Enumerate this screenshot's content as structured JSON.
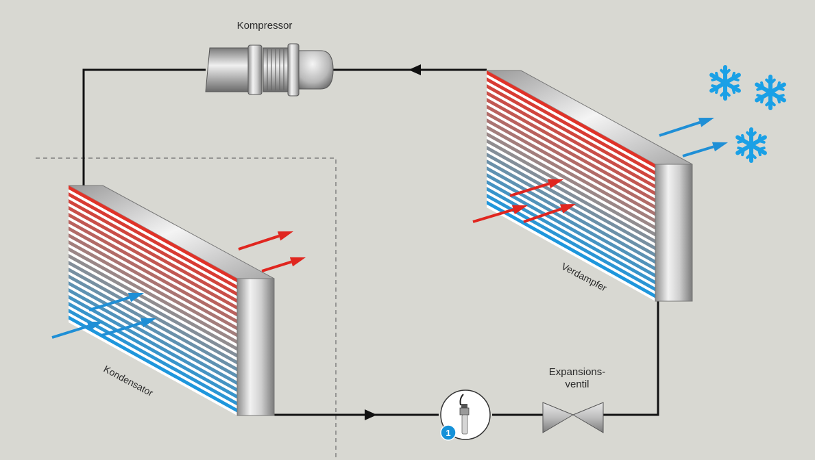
{
  "labels": {
    "compressor": "Kompressor",
    "evaporator": "Verdampfer",
    "condenser": "Kondensator",
    "expansion_valve_line1": "Expansions-",
    "expansion_valve_line2": "ventil"
  },
  "sensor_badge": "1",
  "colors": {
    "background": "#d8d8d2",
    "pipe": "#111111",
    "hot_arrow": "#e0261f",
    "cold_arrow": "#1f8fd6",
    "snowflake": "#1aa0e6",
    "badge": "#1591d8"
  },
  "icons": {
    "snowflakes": [
      "snowflake-icon",
      "snowflake-icon",
      "snowflake-icon"
    ],
    "flow_direction": "arrowhead-icon"
  }
}
